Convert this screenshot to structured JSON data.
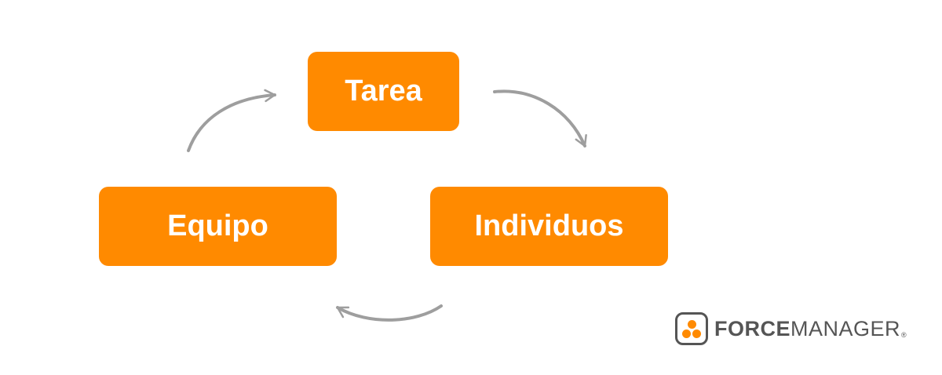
{
  "diagram": {
    "nodes": [
      {
        "id": "tarea",
        "label": "Tarea"
      },
      {
        "id": "individuos",
        "label": "Individuos"
      },
      {
        "id": "equipo",
        "label": "Equipo"
      }
    ],
    "edges": [
      {
        "from": "tarea",
        "to": "individuos"
      },
      {
        "from": "individuos",
        "to": "equipo"
      },
      {
        "from": "equipo",
        "to": "tarea"
      }
    ],
    "colors": {
      "node_fill": "#ff8a00",
      "node_text": "#ffffff",
      "arrow": "#9e9e9e"
    }
  },
  "logo": {
    "text_bold": "FORCE",
    "text_light": "MANAGER",
    "registered": "®",
    "colors": {
      "mark": "#ff8a00",
      "text": "#555555"
    }
  }
}
